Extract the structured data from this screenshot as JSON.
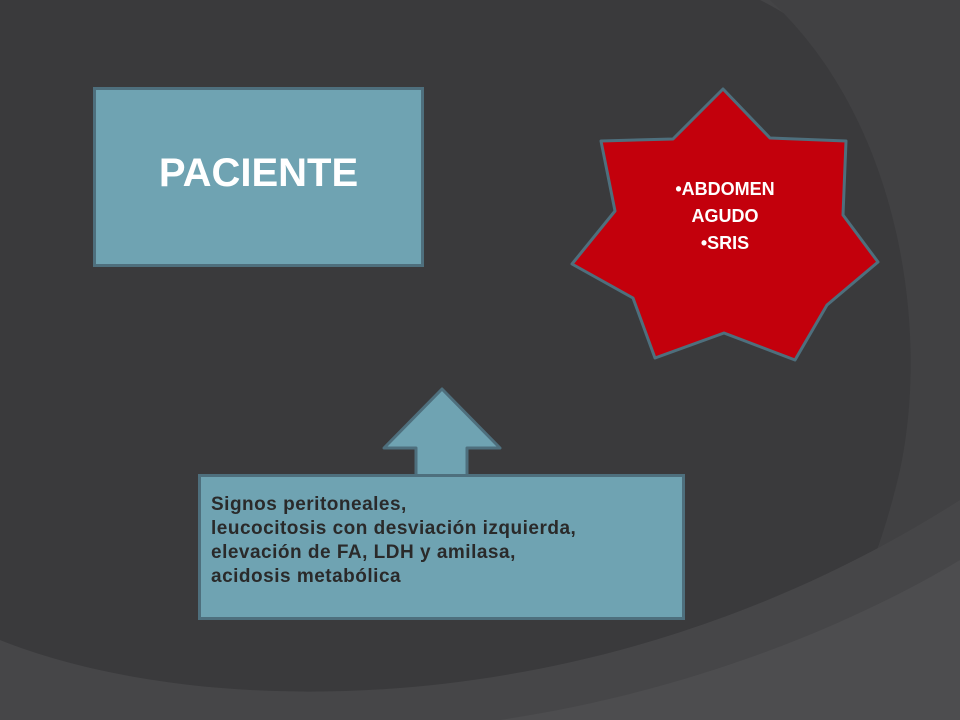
{
  "slide": {
    "colors": {
      "background": "#3a3a3c",
      "background_band": "#444446",
      "box_fill": "#6fa3b2",
      "box_border": "#4e6f7d",
      "star_fill": "#c3000c",
      "star_border": "#4e6f7d"
    },
    "patient_box": {
      "label": "PACIENTE"
    },
    "star": {
      "lines": [
        "•ABDOMEN",
        "AGUDO",
        "•SRIS"
      ]
    },
    "arrow": {
      "direction": "up"
    },
    "signs_box": {
      "lines": [
        "Signos peritoneales,",
        "leucocitosis con desviación izquierda,",
        "elevación de FA, LDH y amilasa,",
        "acidosis metabólica"
      ]
    }
  }
}
